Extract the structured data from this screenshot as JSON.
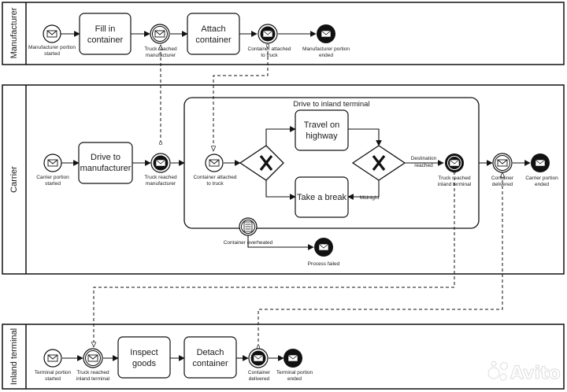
{
  "lanes": {
    "manufacturer": "Manufacturer",
    "carrier": "Carrier",
    "inland": "Inland terminal"
  },
  "tasks": {
    "fill_line1": "Fill in",
    "fill_line2": "container",
    "attach_line1": "Attach",
    "attach_line2": "container",
    "drive_line1": "Drive to",
    "drive_line2": "manufacturer",
    "travel_line1": "Travel on",
    "travel_line2": "highway",
    "break": "Take a break",
    "inspect_line1": "Inspect",
    "inspect_line2": "goods",
    "detach_line1": "Detach",
    "detach_line2": "container"
  },
  "subprocess": {
    "title": "Drive to inland terminal"
  },
  "events": {
    "mfr_start_1": "Manufacturer portion",
    "mfr_start_2": "started",
    "mfr_truck_1": "Truck reached",
    "mfr_truck_2": "manufacturer",
    "mfr_attached_1": "Container attached",
    "mfr_attached_2": "to truck",
    "mfr_end_1": "Manufacturer portion",
    "mfr_end_2": "ended",
    "car_start_1": "Carrier portion",
    "car_start_2": "started",
    "car_truck_1": "Truck reached",
    "car_truck_2": "manufacturer",
    "car_attached_1": "Container attached",
    "car_attached_2": "to truck",
    "dest_1": "Destination",
    "dest_2": "reached",
    "midnight": "Midnight",
    "car_terminal_1": "Truck reached",
    "car_terminal_2": "inland terminal",
    "car_delivered_1": "Container",
    "car_delivered_2": "delivered",
    "car_end_1": "Carrier portion",
    "car_end_2": "ended",
    "overheated": "Container overheated",
    "failed": "Process failed",
    "inl_start_1": "Terminal portion",
    "inl_start_2": "started",
    "inl_truck_1": "Truck reached",
    "inl_truck_2": "inland terminal",
    "inl_delivered_1": "Container",
    "inl_delivered_2": "delivered",
    "inl_end_1": "Terminal portion",
    "inl_end_2": "ended"
  },
  "watermark": "Avito"
}
